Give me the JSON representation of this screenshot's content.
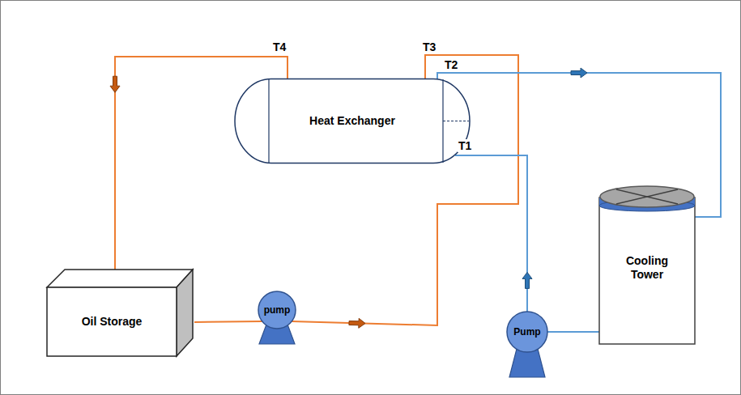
{
  "diagram": {
    "nodes": [
      {
        "text": [
          "Heat Exchanger"
        ]
      },
      {
        "text": [
          "Cooling Tower"
        ]
      },
      {
        "text": [
          "Oil Storage"
        ]
      },
      {
        "text": [
          "pump"
        ]
      },
      {
        "text": [
          "Pump"
        ]
      }
    ],
    "edges": [
      {
        "from": 2,
        "to": 3,
        "arrow": "none"
      },
      {
        "from": 3,
        "to": 0,
        "arrow": "to"
      },
      {
        "from": 0,
        "to": 2,
        "arrow": "to"
      },
      {
        "from": 0,
        "to": 1,
        "arrow": "to"
      },
      {
        "from": 1,
        "to": 4,
        "arrow": "none"
      },
      {
        "from": 4,
        "to": 0,
        "arrow": "to"
      }
    ],
    "labels": [
      "T4",
      "T3",
      "T2",
      "T1"
    ]
  }
}
